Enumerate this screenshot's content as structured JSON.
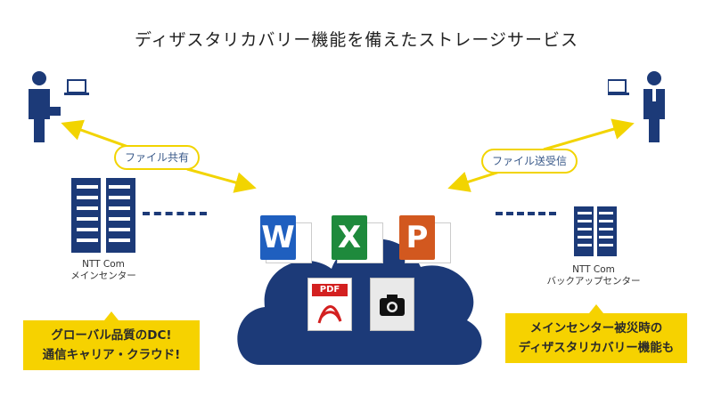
{
  "title": "ディザスタリカバリー機能を備えたストレージサービス",
  "bubble_left": "ファイル共有",
  "bubble_right": "ファイル送受信",
  "main_dc": {
    "line1": "NTT Com",
    "line2": "メインセンター"
  },
  "backup_dc": {
    "line1": "NTT Com",
    "line2": "バックアップセンター"
  },
  "callout_left": {
    "line1": "グローバル品質のDC!",
    "line2": "通信キャリア・クラウド!"
  },
  "callout_right": {
    "line1": "メインセンター被災時の",
    "line2": "ディザスタリカバリー機能も"
  },
  "icons": {
    "word": {
      "letter": "W",
      "color": "#1f5fbf"
    },
    "excel": {
      "letter": "X",
      "color": "#1e8a3c"
    },
    "powerpoint": {
      "letter": "P",
      "color": "#d2581f"
    },
    "pdf": {
      "text": "PDF",
      "color": "#d32020"
    }
  },
  "colors": {
    "accent_yellow": "#f6d200",
    "navy": "#1c3a78"
  }
}
